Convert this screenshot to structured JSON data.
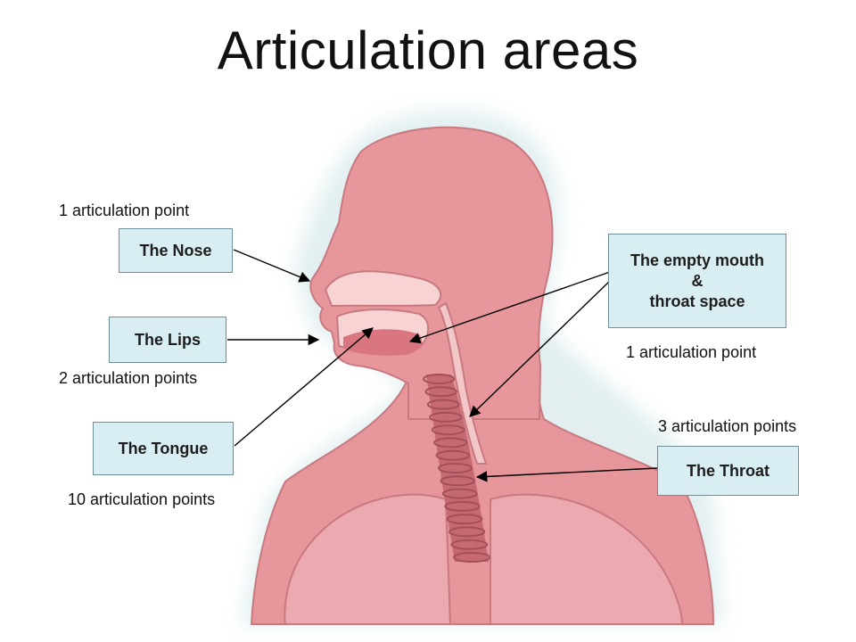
{
  "title": "Articulation areas",
  "areas": {
    "nose": {
      "label": "The Nose",
      "note": "1 articulation point"
    },
    "lips": {
      "label": "The Lips",
      "note": "2 articulation points"
    },
    "tongue": {
      "label": "The Tongue",
      "note": "10 articulation points"
    },
    "mouth": {
      "label_lines": [
        "The empty mouth",
        "&",
        "throat space"
      ],
      "note": "1 articulation point"
    },
    "throat": {
      "label": "The Throat",
      "note": "3 articulation points"
    }
  },
  "colors": {
    "skin": "#e7969c",
    "skin_light": "#f0b7b9",
    "trachea": "#c66a72",
    "box_fill": "#d9eef2",
    "box_border": "#6f8f99"
  }
}
